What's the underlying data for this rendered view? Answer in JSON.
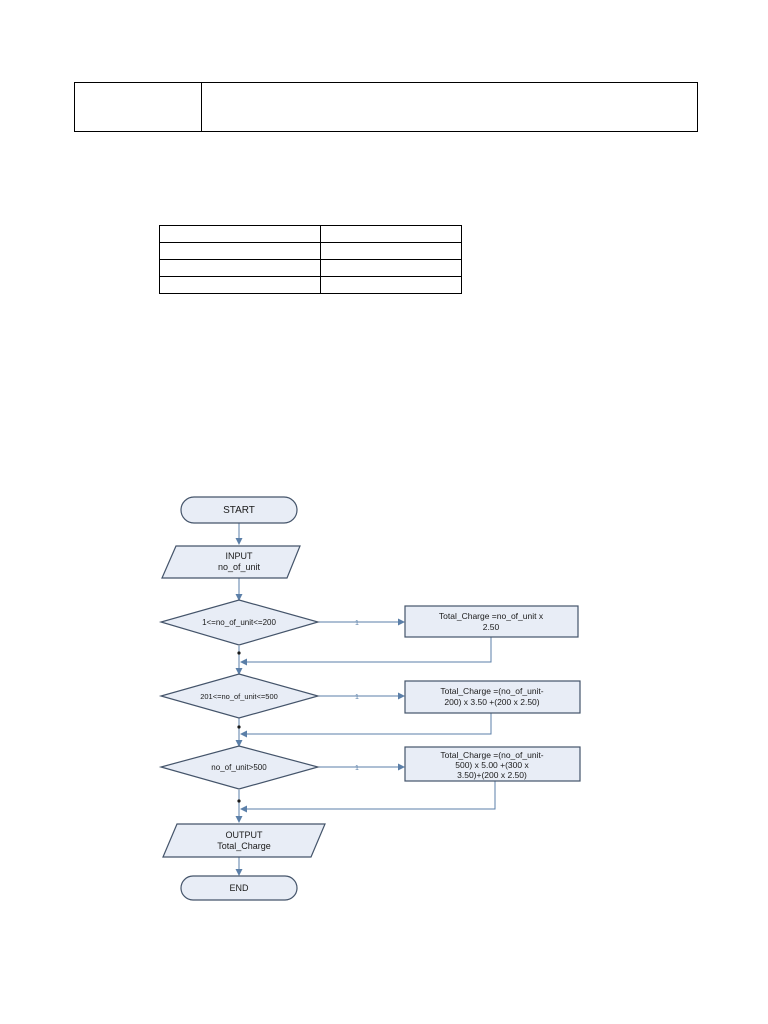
{
  "header": {
    "left_cell": "",
    "right_cell": ""
  },
  "rate_table": {
    "rows": [
      [
        "",
        ""
      ],
      [
        "",
        ""
      ],
      [
        "",
        ""
      ],
      [
        "",
        ""
      ]
    ]
  },
  "flowchart": {
    "start": "START",
    "input": {
      "line1": "INPUT",
      "line2": "no_of_unit"
    },
    "decision1": {
      "condition": "1<=no_of_unit<=200",
      "branch_label": "1"
    },
    "process1": {
      "line1": "Total_Charge =no_of_unit x",
      "line2": "2.50"
    },
    "decision2": {
      "condition": "201<=no_of_unit<=500",
      "branch_label": "1"
    },
    "process2": {
      "line1": "Total_Charge =(no_of_unit-",
      "line2": "200) x 3.50 +(200 x 2.50)"
    },
    "decision3": {
      "condition": "no_of_unit>500",
      "branch_label": "1"
    },
    "process3": {
      "line1": "Total_Charge =(no_of_unit-",
      "line2": "500) x 5.00 +(300 x",
      "line3": "3.50)+(200 x 2.50)"
    },
    "output": {
      "line1": "OUTPUT",
      "line2": "Total_Charge"
    },
    "end": "END"
  }
}
